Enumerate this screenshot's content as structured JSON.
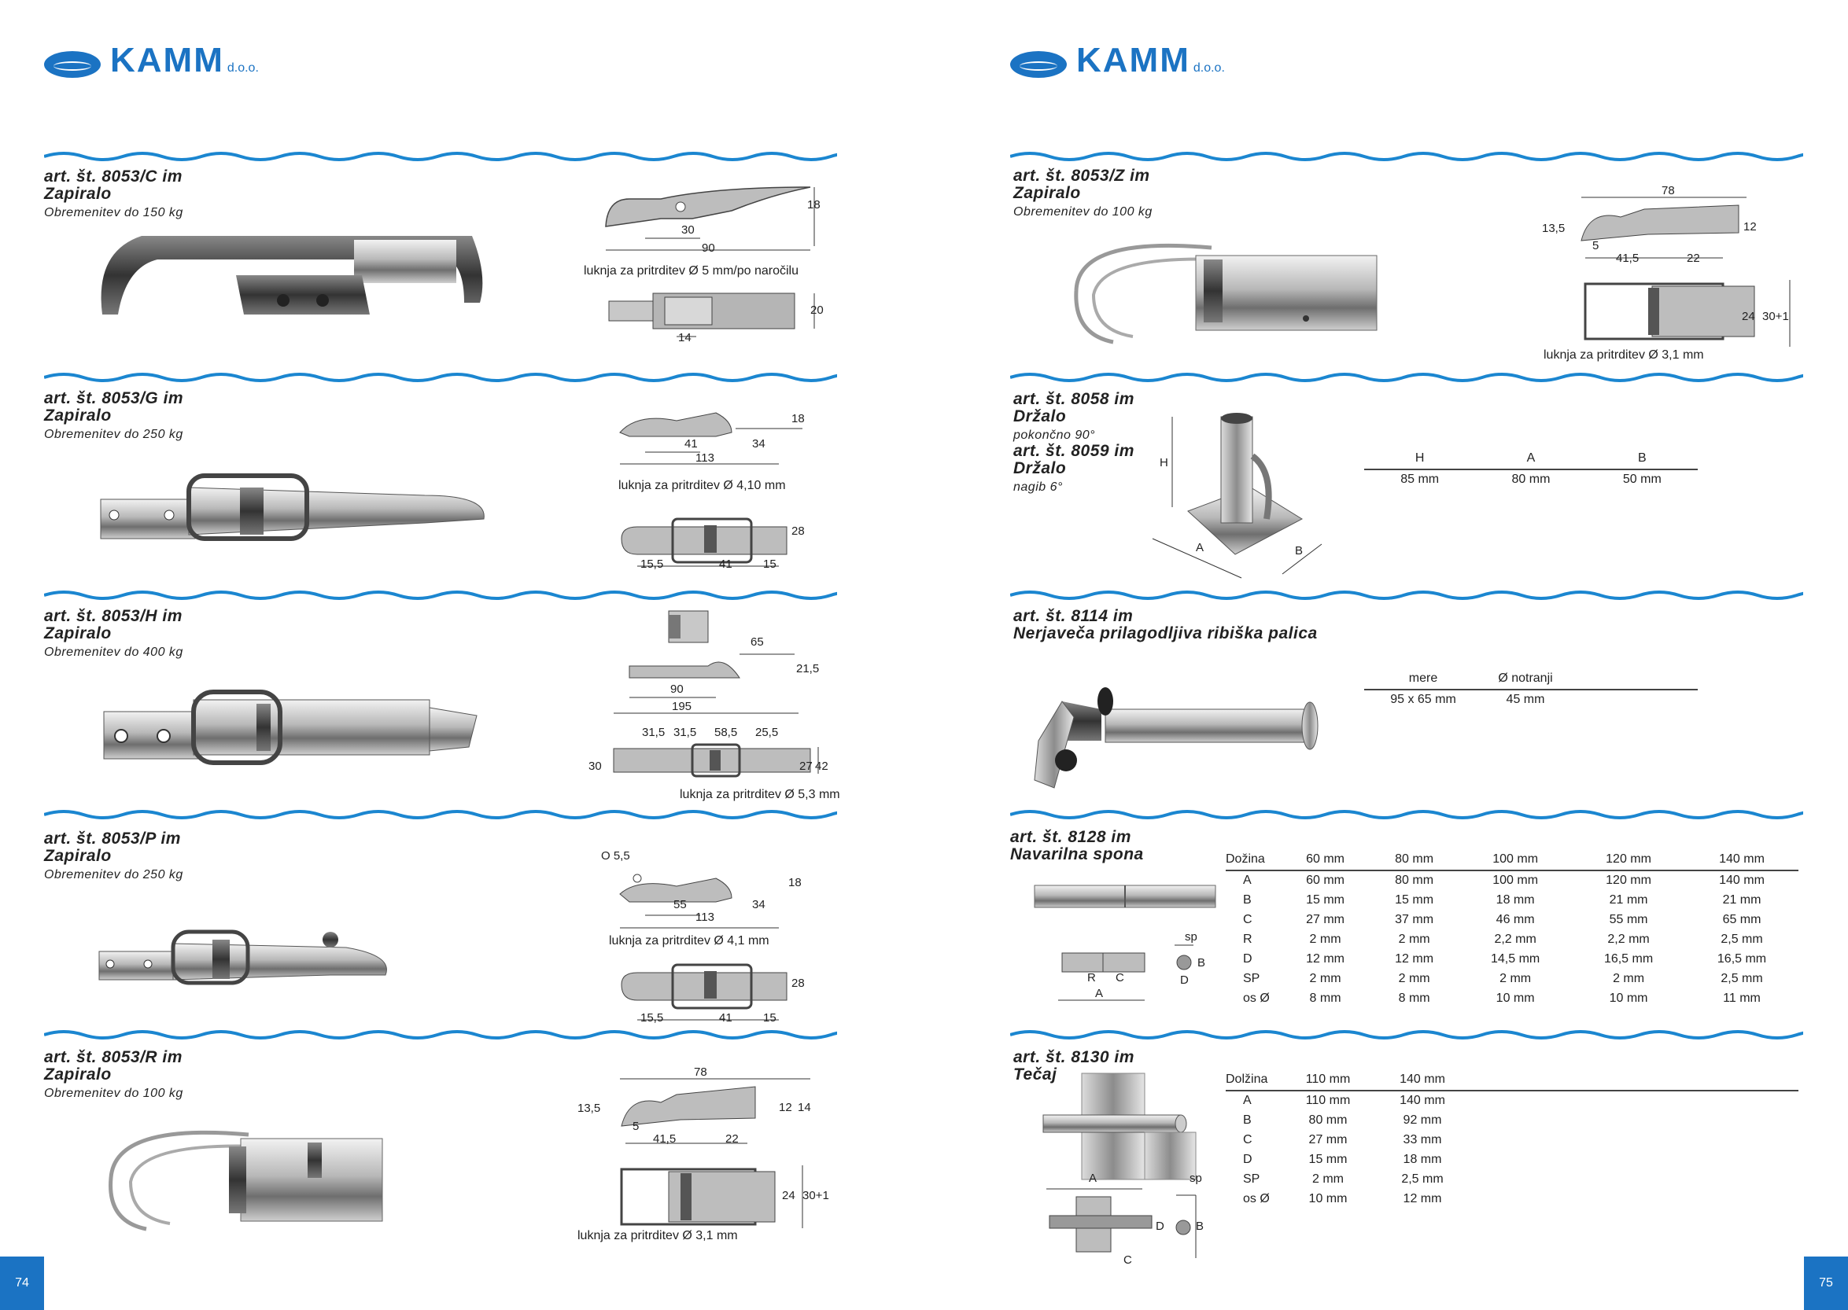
{
  "brand": {
    "name": "KAMM",
    "suffix": "d.o.o."
  },
  "pages": {
    "left": "74",
    "right": "75"
  },
  "products": {
    "c": {
      "code": "art. št. 8053/C im",
      "name": "Zapiralo",
      "desc": "Obremenitev do 150 kg",
      "dims": [
        "18",
        "30",
        "90",
        "20",
        "14"
      ],
      "hole": "luknja za pritrditev Ø 5 mm/po naročilu"
    },
    "g": {
      "code": "art. št. 8053/G im",
      "name": "Zapiralo",
      "desc": "Obremenitev do 250 kg",
      "dims": [
        "18",
        "41",
        "34",
        "113",
        "28",
        "15,5",
        "41",
        "15"
      ],
      "hole": "luknja za pritrditev Ø 4,10 mm"
    },
    "h": {
      "code": "art. št. 8053/H im",
      "name": "Zapiralo",
      "desc": "Obremenitev do 400 kg",
      "dims": [
        "65",
        "21,5",
        "90",
        "195",
        "31,5",
        "31,5",
        "58,5",
        "25,5",
        "30",
        "27",
        "42"
      ],
      "hole": "luknja za pritrditev Ø 5,3 mm"
    },
    "p": {
      "code": "art. št. 8053/P im",
      "name": "Zapiralo",
      "desc": "Obremenitev do 250 kg",
      "dims": [
        "O 5,5",
        "18",
        "55",
        "34",
        "113",
        "28",
        "15,5",
        "41",
        "15"
      ],
      "hole": "luknja za pritrditev Ø 4,1 mm"
    },
    "r": {
      "code": "art. št. 8053/R im",
      "name": "Zapiralo",
      "desc": "Obremenitev do 100 kg",
      "dims": [
        "78",
        "13,5",
        "12",
        "14",
        "5",
        "41,5",
        "22",
        "24",
        "30+1"
      ],
      "hole": "luknja za pritrditev Ø 3,1 mm"
    },
    "z": {
      "code": "art. št. 8053/Z im",
      "name": "Zapiralo",
      "desc": "Obremenitev do 100 kg",
      "dims": [
        "78",
        "13,5",
        "12",
        "5",
        "41,5",
        "22",
        "24",
        "30+1"
      ],
      "hole": "luknja za pritrditev Ø 3,1 mm"
    },
    "d8058": {
      "code": "art. št. 8058 im",
      "name": "Držalo",
      "desc": "pokončno 90°",
      "code2": "art. št. 8059 im",
      "name2": "Držalo",
      "desc2": "nagib 6°",
      "dims": [
        "H",
        "A",
        "B"
      ],
      "table": {
        "head": [
          "H",
          "A",
          "B"
        ],
        "row": [
          "85 mm",
          "80 mm",
          "50 mm"
        ]
      }
    },
    "p8114": {
      "code": "art. št. 8114 im",
      "name": "Nerjaveča prilagodljiva ribiška palica",
      "table": {
        "head": [
          "mere",
          "Ø notranji"
        ],
        "row": [
          "95 x 65 mm",
          "45 mm"
        ]
      }
    },
    "n8128": {
      "code": "art. št. 8128 im",
      "name": "Navarilna spona",
      "dims": [
        "sp",
        "B",
        "R",
        "C",
        "D",
        "A"
      ],
      "table": {
        "head": [
          "Dožina",
          "60 mm",
          "80 mm",
          "100 mm",
          "120 mm",
          "140 mm"
        ],
        "rows": [
          [
            "A",
            "60 mm",
            "80 mm",
            "100 mm",
            "120 mm",
            "140 mm"
          ],
          [
            "B",
            "15 mm",
            "15 mm",
            "18 mm",
            "21 mm",
            "21 mm"
          ],
          [
            "C",
            "27 mm",
            "37 mm",
            "46 mm",
            "55 mm",
            "65 mm"
          ],
          [
            "R",
            "2 mm",
            "2 mm",
            "2,2 mm",
            "2,2 mm",
            "2,5 mm"
          ],
          [
            "D",
            "12 mm",
            "12 mm",
            "14,5 mm",
            "16,5 mm",
            "16,5 mm"
          ],
          [
            "SP",
            "2 mm",
            "2 mm",
            "2 mm",
            "2 mm",
            "2,5 mm"
          ],
          [
            "os Ø",
            "8 mm",
            "8 mm",
            "10 mm",
            "10 mm",
            "11 mm"
          ]
        ]
      }
    },
    "t8130": {
      "code": "art. št. 8130 im",
      "name": "Tečaj",
      "dims": [
        "A",
        "sp",
        "D",
        "B",
        "C"
      ],
      "table": {
        "head": [
          "Dolžina",
          "110 mm",
          "140 mm"
        ],
        "rows": [
          [
            "A",
            "110 mm",
            "140 mm"
          ],
          [
            "B",
            "80 mm",
            "92 mm"
          ],
          [
            "C",
            "27 mm",
            "33 mm"
          ],
          [
            "D",
            "15 mm",
            "18 mm"
          ],
          [
            "SP",
            "2 mm",
            "2,5 mm"
          ],
          [
            "os Ø",
            "10 mm",
            "12 mm"
          ]
        ]
      }
    }
  }
}
